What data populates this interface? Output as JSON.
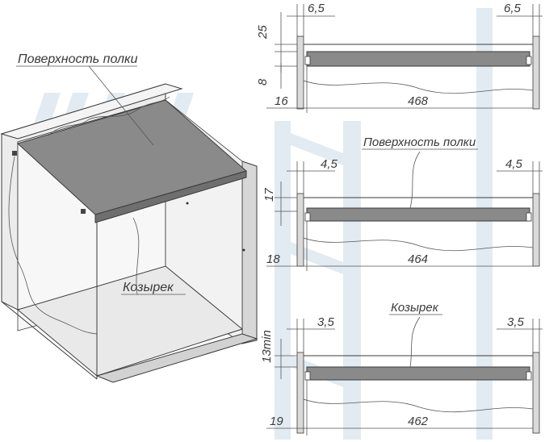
{
  "labels": {
    "shelf_surface_iso": "Поверхность полки",
    "visor_iso": "Козырек",
    "shelf_surface_section": "Поверхность полки",
    "visor_section": "Козырек"
  },
  "section1": {
    "gap_left": "6,5",
    "gap_right": "6,5",
    "height_top": "25",
    "height_mid": "8",
    "offset": "16",
    "width": "468"
  },
  "section2": {
    "gap_left": "4,5",
    "gap_right": "4,5",
    "height": "17",
    "offset": "18",
    "width": "464"
  },
  "section3": {
    "gap_left": "3,5",
    "gap_right": "3,5",
    "height": "13min",
    "offset": "19",
    "width": "462"
  },
  "colors": {
    "line": "#3a3a3a",
    "shelf_fill": "#888888",
    "cabinet_side": "#d7d7d7",
    "watermark": "#dfe9f1"
  }
}
